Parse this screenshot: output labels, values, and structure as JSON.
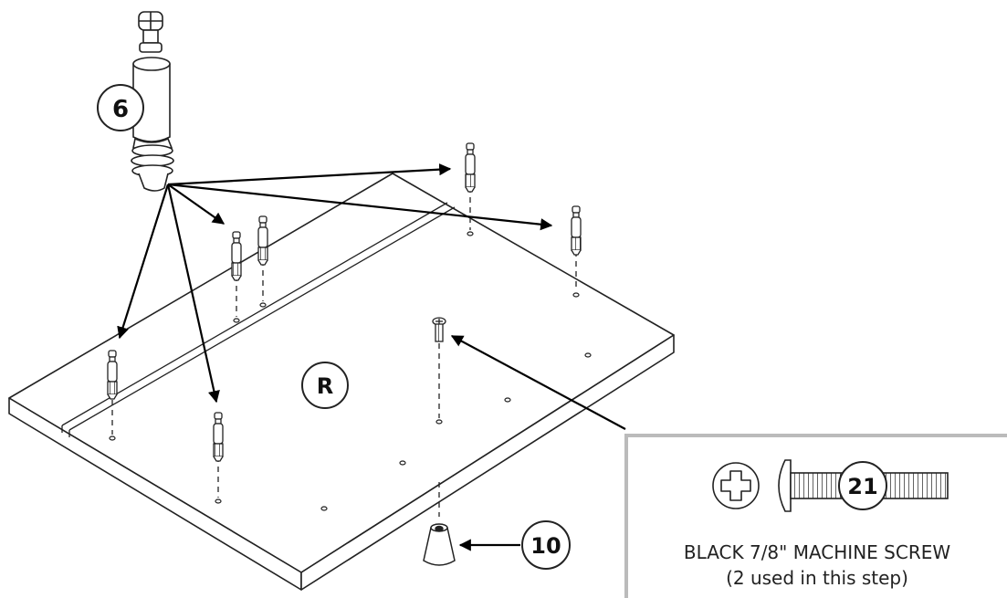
{
  "parts": {
    "cam_bolt": {
      "label": "6"
    },
    "panel": {
      "label": "R"
    },
    "foot": {
      "label": "10"
    },
    "screw": {
      "label": "21"
    }
  },
  "callout": {
    "title": "BLACK 7/8\" MACHINE SCREW",
    "subtitle": "(2 used in this step)"
  }
}
